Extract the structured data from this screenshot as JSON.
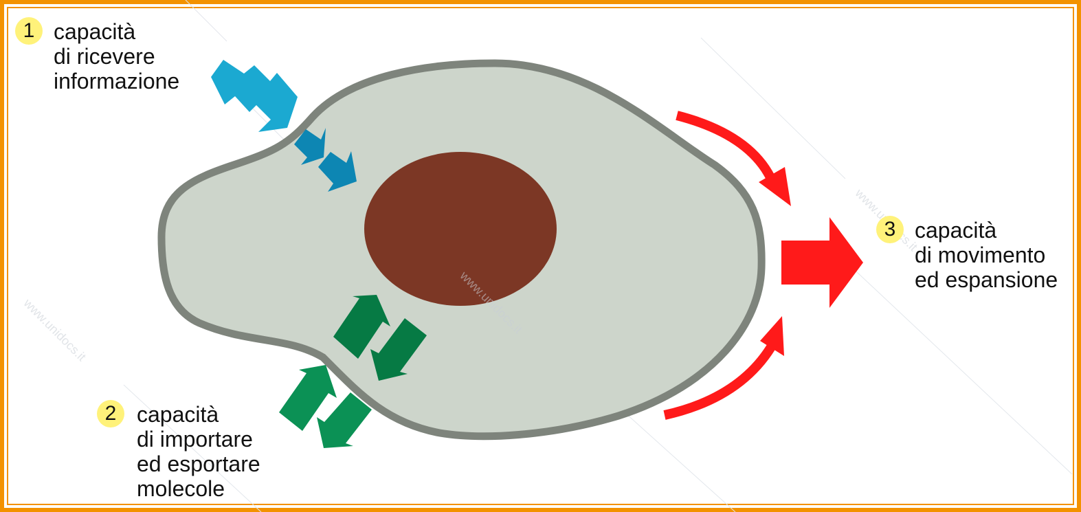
{
  "colors": {
    "frame": "#f39200",
    "cell_fill": "#cdd5cb",
    "cell_border": "#7e847c",
    "nucleus": "#7c3725",
    "signal_light": "#1ba9d1",
    "signal_dark": "#0d86b3",
    "transport_dark": "#067a44",
    "transport_light": "#0b9155",
    "movement": "#ff1a1a",
    "badge": "#fff27a"
  },
  "labels": {
    "receive": {
      "number": "1",
      "lines": [
        "capacità",
        "di ricevere",
        "informazione"
      ]
    },
    "transport": {
      "number": "2",
      "lines": [
        "capacità",
        "di importare",
        "ed esportare",
        "molecole"
      ]
    },
    "movement": {
      "number": "3",
      "lines": [
        "capacità",
        "di movimento",
        "ed espansione"
      ]
    }
  },
  "watermark": "www.unidocs.it"
}
